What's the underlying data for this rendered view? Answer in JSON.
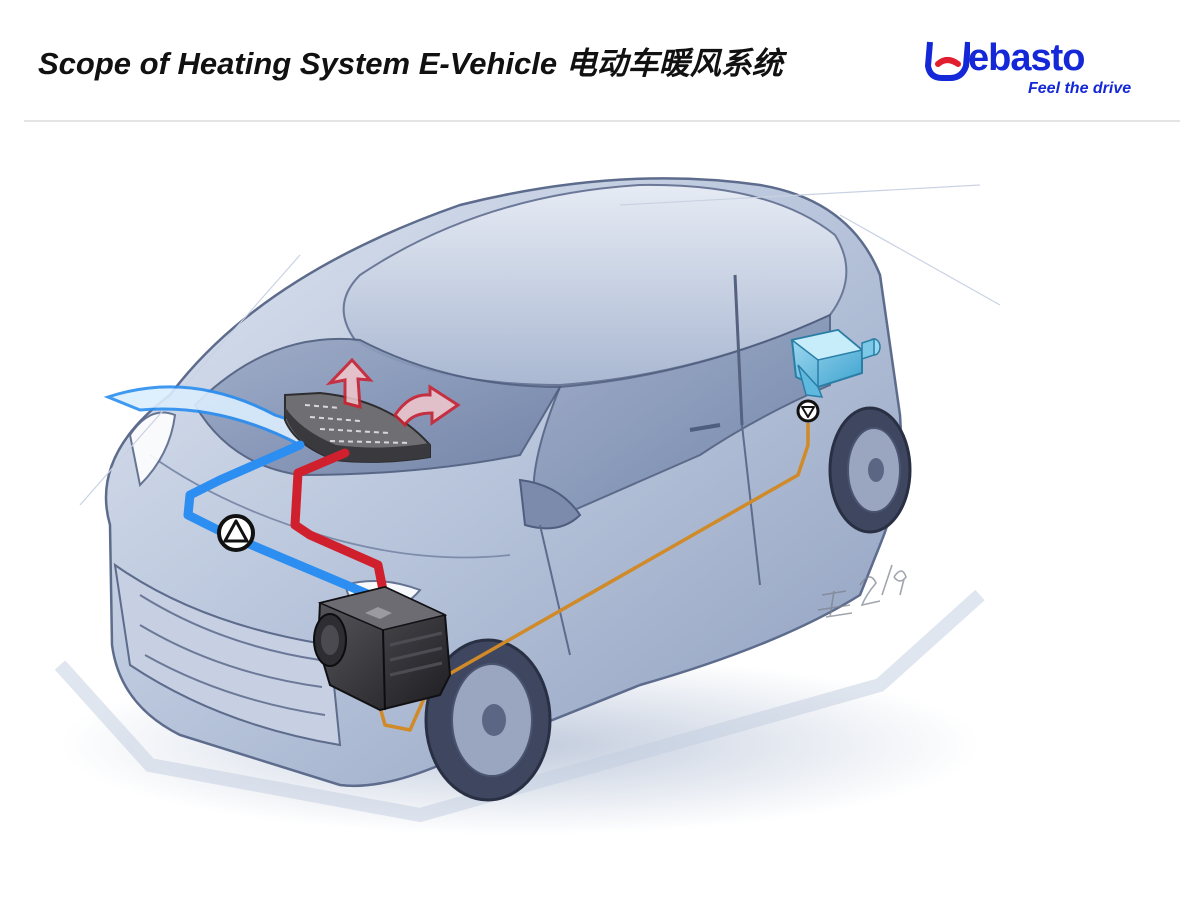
{
  "slide": {
    "title": "Scope of Heating System E-Vehicle 电动车暖风系统"
  },
  "logo": {
    "name": "Webasto",
    "wordmark_rest": "ebasto",
    "tagline": "Feel the drive",
    "color": "#1428d8"
  },
  "diagram": {
    "subject": "car-heating-system-sketch",
    "colors": {
      "coolant_cold": "#2b8ef0",
      "coolant_hot": "#d0202e",
      "fuel_line": "#d08a28",
      "warm_air": "#cf1f2e",
      "car_body": "#b4c1d8"
    },
    "icons": [
      "coolant-pump-icon",
      "fuel-pump-icon",
      "heater-unit-icon",
      "fuel-tank-icon",
      "heat-exchanger-icon"
    ],
    "signature": "王 2/09"
  }
}
